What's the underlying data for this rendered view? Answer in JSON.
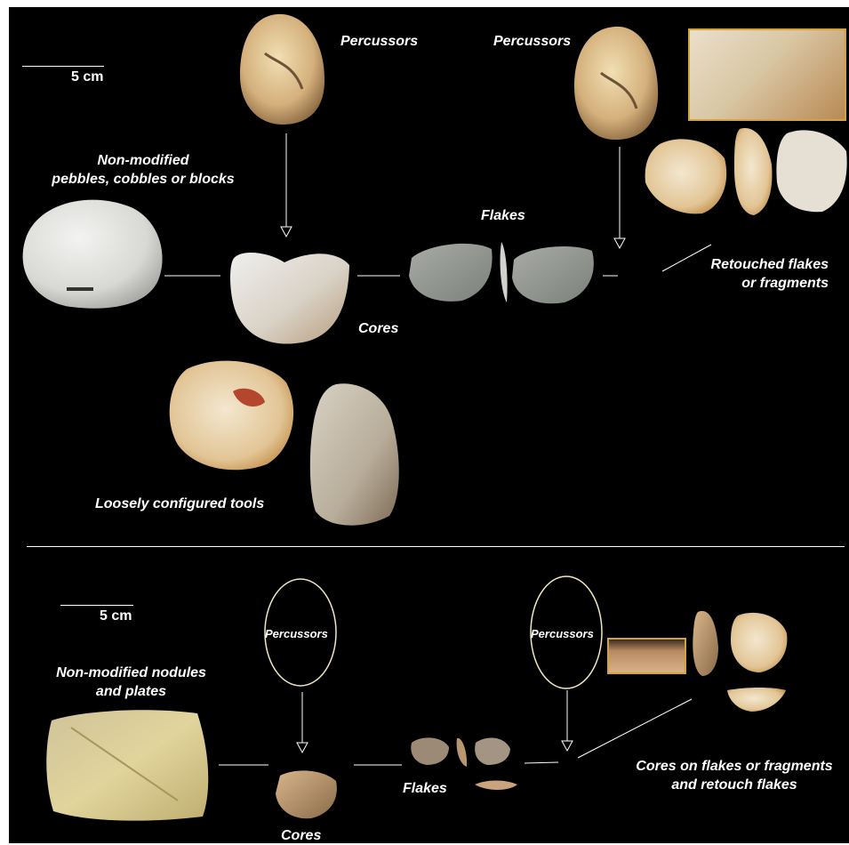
{
  "top": {
    "scale": "5 cm",
    "percussors_left": "Percussors",
    "percussors_right": "Percussors",
    "non_modified": "Non-modified\npebbles, cobbles or blocks",
    "flakes": "Flakes",
    "cores": "Cores",
    "retouched": "Retouched flakes\nor fragments",
    "loose_tools": "Loosely configured tools"
  },
  "bottom": {
    "scale": "5 cm",
    "percussors_left": "Percussors",
    "percussors_right": "Percussors",
    "non_modified": "Non-modified nodules\nand plates",
    "flakes": "Flakes",
    "cores": "Cores",
    "cores_on_flakes": "Cores on flakes or fragments\nand retouch flakes"
  },
  "colors": {
    "background": "#000000",
    "text": "#ffffff",
    "inset_border": "#d6a23e",
    "stone_grey": "#c9c9c5",
    "stone_cream": "#e7d3ae",
    "stone_tan": "#c9a070",
    "nodule_yellow": "#d8c681"
  }
}
